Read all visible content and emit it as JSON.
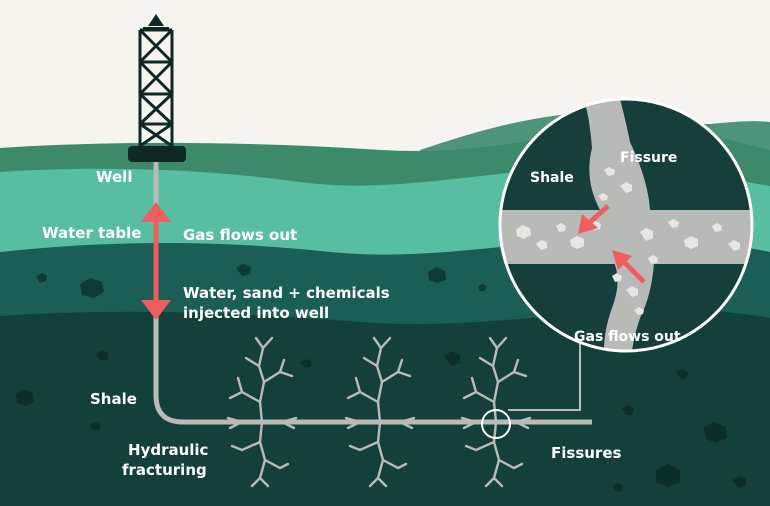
{
  "labels": {
    "well": "Well",
    "water_table": "Water table",
    "gas_flows_out": "Gas flows out",
    "injection_line1": "Water, sand + chemicals",
    "injection_line2": "injected into well",
    "shale": "Shale",
    "hydraulic_line1": "Hydraulic",
    "hydraulic_line2": "fracturing",
    "fissures": "Fissures"
  },
  "inset": {
    "shale": "Shale",
    "fissure": "Fissure",
    "gas_flows_out": "Gas flows out"
  },
  "colors": {
    "sky": "#f5f4ef",
    "far_hills": "#4e9478",
    "top_soil": "#3c8a6a",
    "water_table": "#57bea2",
    "middle_layer": "#1b5e56",
    "shale": "#14403b",
    "pipe": "#b9bbb7",
    "arrow": "#ef5e5e",
    "inset_rock": "#163f3c",
    "fissure_fill": "#b8bab8"
  }
}
